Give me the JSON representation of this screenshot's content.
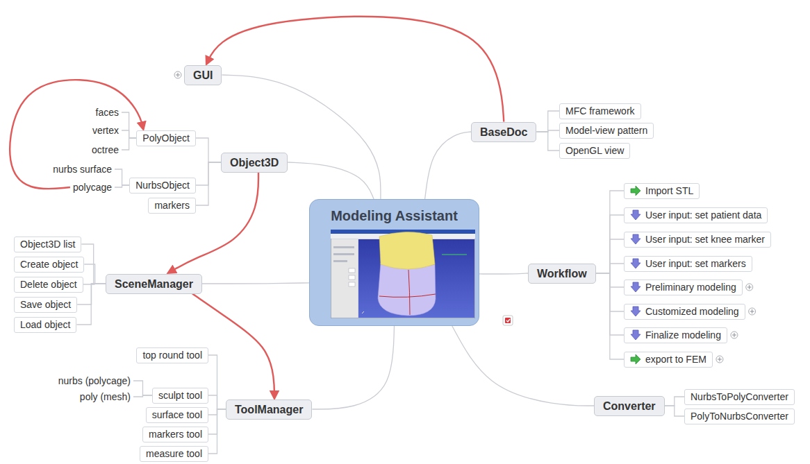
{
  "diagram": {
    "nodes": [
      {
        "text": [
          "GUI"
        ]
      },
      {
        "text": [
          "BaseDoc"
        ]
      },
      {
        "text": [
          "MFC framework"
        ]
      },
      {
        "text": [
          "Model-view pattern"
        ]
      },
      {
        "text": [
          "OpenGL view"
        ]
      },
      {
        "text": [
          "Object3D"
        ]
      },
      {
        "text": [
          "PolyObject"
        ]
      },
      {
        "text": [
          "faces"
        ]
      },
      {
        "text": [
          "vertex"
        ]
      },
      {
        "text": [
          "octree"
        ]
      },
      {
        "text": [
          "NurbsObject"
        ]
      },
      {
        "text": [
          "nurbs surface"
        ]
      },
      {
        "text": [
          "polycage"
        ]
      },
      {
        "text": [
          "markers"
        ]
      },
      {
        "text": [
          "Modeling Assistant"
        ]
      },
      {
        "text": [
          "SceneManager"
        ]
      },
      {
        "text": [
          "Object3D list"
        ]
      },
      {
        "text": [
          "Create object"
        ]
      },
      {
        "text": [
          "Delete object"
        ]
      },
      {
        "text": [
          "Save object"
        ]
      },
      {
        "text": [
          "Load object"
        ]
      },
      {
        "text": [
          "Workflow"
        ]
      },
      {
        "text": [
          "Import STL"
        ]
      },
      {
        "text": [
          "User input: set patient data"
        ]
      },
      {
        "text": [
          "User input: set knee marker"
        ]
      },
      {
        "text": [
          "User input: set markers"
        ]
      },
      {
        "text": [
          "Preliminary modeling"
        ]
      },
      {
        "text": [
          "Customized modeling"
        ]
      },
      {
        "text": [
          "Finalize modeling"
        ]
      },
      {
        "text": [
          "export to FEM"
        ]
      },
      {
        "text": [
          "ToolManager"
        ]
      },
      {
        "text": [
          "top round tool"
        ]
      },
      {
        "text": [
          "sculpt tool"
        ]
      },
      {
        "text": [
          "nurbs (polycage)"
        ]
      },
      {
        "text": [
          "poly (mesh)"
        ]
      },
      {
        "text": [
          "surface tool"
        ]
      },
      {
        "text": [
          "markers tool"
        ]
      },
      {
        "text": [
          "measure tool"
        ]
      },
      {
        "text": [
          "Converter"
        ]
      },
      {
        "text": [
          "NurbsToPolyConverter"
        ]
      },
      {
        "text": [
          "PolyToNurbsConverter"
        ]
      }
    ],
    "edges": [
      {
        "from": 14,
        "to": 0,
        "arrow": "none"
      },
      {
        "from": 14,
        "to": 1,
        "arrow": "none"
      },
      {
        "from": 14,
        "to": 5,
        "arrow": "none"
      },
      {
        "from": 14,
        "to": 15,
        "arrow": "none"
      },
      {
        "from": 14,
        "to": 21,
        "arrow": "none"
      },
      {
        "from": 14,
        "to": 30,
        "arrow": "none"
      },
      {
        "from": 14,
        "to": 38,
        "arrow": "none"
      },
      {
        "from": 1,
        "to": 2,
        "arrow": "none"
      },
      {
        "from": 1,
        "to": 3,
        "arrow": "none"
      },
      {
        "from": 1,
        "to": 4,
        "arrow": "none"
      },
      {
        "from": 5,
        "to": 6,
        "arrow": "none"
      },
      {
        "from": 5,
        "to": 10,
        "arrow": "none"
      },
      {
        "from": 5,
        "to": 13,
        "arrow": "none"
      },
      {
        "from": 6,
        "to": 7,
        "arrow": "none"
      },
      {
        "from": 6,
        "to": 8,
        "arrow": "none"
      },
      {
        "from": 6,
        "to": 9,
        "arrow": "none"
      },
      {
        "from": 10,
        "to": 11,
        "arrow": "none"
      },
      {
        "from": 10,
        "to": 12,
        "arrow": "none"
      },
      {
        "from": 15,
        "to": 16,
        "arrow": "none"
      },
      {
        "from": 15,
        "to": 17,
        "arrow": "none"
      },
      {
        "from": 15,
        "to": 18,
        "arrow": "none"
      },
      {
        "from": 15,
        "to": 19,
        "arrow": "none"
      },
      {
        "from": 15,
        "to": 20,
        "arrow": "none"
      },
      {
        "from": 21,
        "to": 22,
        "arrow": "none"
      },
      {
        "from": 21,
        "to": 23,
        "arrow": "none"
      },
      {
        "from": 21,
        "to": 24,
        "arrow": "none"
      },
      {
        "from": 21,
        "to": 25,
        "arrow": "none"
      },
      {
        "from": 21,
        "to": 26,
        "arrow": "none"
      },
      {
        "from": 21,
        "to": 27,
        "arrow": "none"
      },
      {
        "from": 21,
        "to": 28,
        "arrow": "none"
      },
      {
        "from": 21,
        "to": 29,
        "arrow": "none"
      },
      {
        "from": 30,
        "to": 31,
        "arrow": "none"
      },
      {
        "from": 30,
        "to": 32,
        "arrow": "none"
      },
      {
        "from": 30,
        "to": 35,
        "arrow": "none"
      },
      {
        "from": 30,
        "to": 36,
        "arrow": "none"
      },
      {
        "from": 30,
        "to": 37,
        "arrow": "none"
      },
      {
        "from": 32,
        "to": 33,
        "arrow": "none"
      },
      {
        "from": 32,
        "to": 34,
        "arrow": "none"
      },
      {
        "from": 38,
        "to": 39,
        "arrow": "none"
      },
      {
        "from": 38,
        "to": 40,
        "arrow": "none"
      },
      {
        "from": 1,
        "to": 0,
        "arrow": "to"
      },
      {
        "from": 12,
        "to": 6,
        "arrow": "to"
      },
      {
        "from": 5,
        "to": 15,
        "arrow": "to"
      },
      {
        "from": 15,
        "to": 30,
        "arrow": "to"
      }
    ]
  }
}
